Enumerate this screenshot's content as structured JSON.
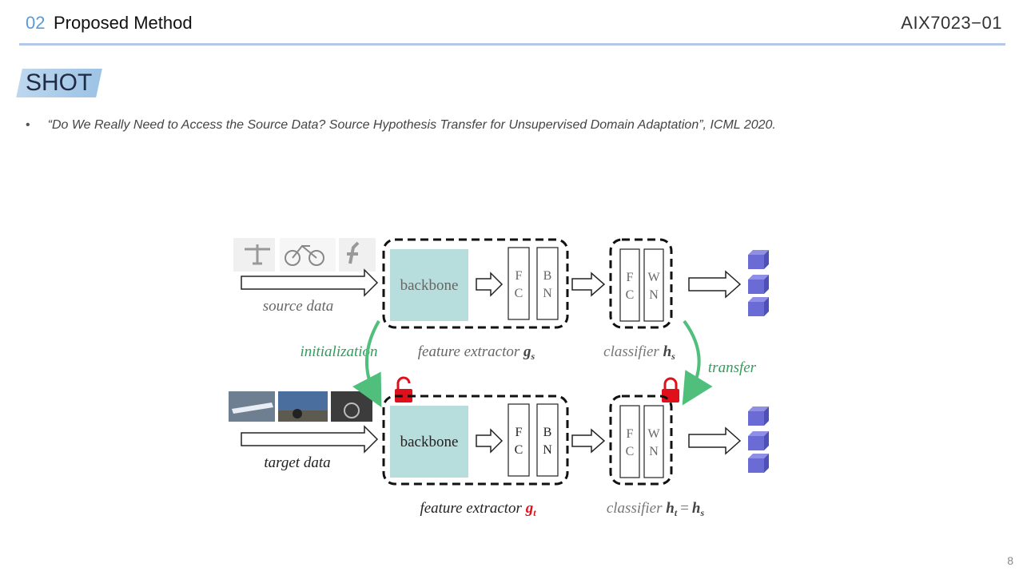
{
  "header": {
    "section_number": "02",
    "section_title": "Proposed Method",
    "course_code": "AIX7023−01"
  },
  "slide": {
    "title": "SHOT",
    "bullet_text": "“Do We Really Need to Access the Source Data? Source Hypothesis Transfer for Unsupervised Domain Adaptation”, ICML 2020.",
    "page_number": "8"
  },
  "diagram": {
    "backbone_label": "backbone",
    "fc_top": "F",
    "fc_bottom": "C",
    "bn_top": "B",
    "bn_bottom": "N",
    "wn_top": "W",
    "wn_bottom": "N",
    "source_label": "source data",
    "target_label": "target data",
    "initialization_label": "initialization",
    "transfer_label": "transfer",
    "feature_extractor_label": "feature extractor",
    "classifier_label": "classifier",
    "g_symbol": "g",
    "h_symbol": "h",
    "sub_s": "s",
    "sub_t": "t",
    "equals": "=",
    "colors": {
      "backbone_fill": "#b7dedd",
      "cube_color": "#6b6bd6",
      "arrow_green": "#4fbf7b",
      "lock_red": "#e0101a",
      "accent_blue": "#5b9bd5"
    }
  }
}
